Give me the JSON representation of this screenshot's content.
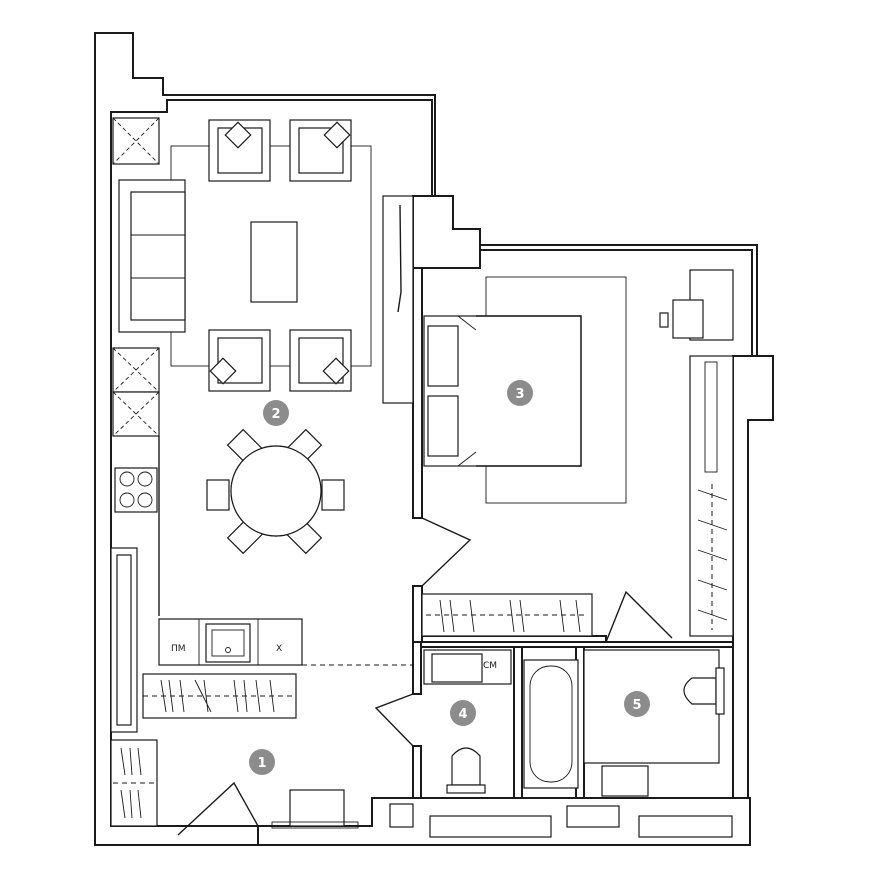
{
  "rooms": [
    {
      "id": "1"
    },
    {
      "id": "2"
    },
    {
      "id": "3"
    },
    {
      "id": "4"
    },
    {
      "id": "5"
    }
  ],
  "labels": {
    "dishwasher": "ПМ",
    "fridge": "Х",
    "washer": "СМ"
  },
  "colors": {
    "lines": "#1a1a1a",
    "badge": "#8c8c8c",
    "badge_text": "#ffffff",
    "background": "#ffffff"
  }
}
